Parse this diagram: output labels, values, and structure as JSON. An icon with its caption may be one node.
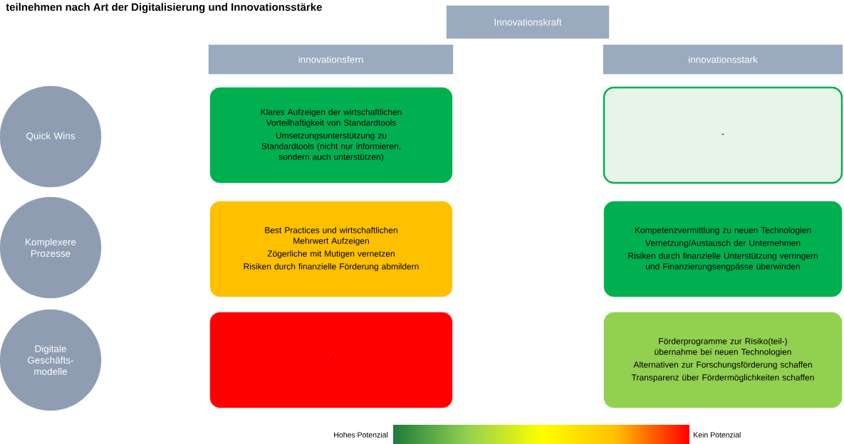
{
  "diagram": {
    "title": "teilnehmen nach Art der Digitalisierung und Innovationsstärke",
    "nodes": [
      {
        "text": [
          "Innovationskraft"
        ]
      },
      {
        "text": [
          "innovationsfern"
        ]
      },
      {
        "text": [
          "innovationsstark"
        ]
      },
      {
        "text": [
          "Quick Wins"
        ]
      },
      {
        "text": [
          "Klares Aufzeigen der wirtschaftlichen Vorteilhaftigkeit von Standardtools",
          "Umsetzungsunterstützung zu Standardtools (nicht nur informieren, sondern auch unterstützen)"
        ]
      },
      {
        "text": [
          "-"
        ]
      },
      {
        "text": [
          "Komplexere Prozesse"
        ]
      },
      {
        "text": [
          "Best Practices und wirtschaftlichen Mehrwert Aufzeigen",
          "Zögerliche mit Mutigen vernetzen",
          "Risiken durch finanzielle Förderung abmildern"
        ]
      },
      {
        "text": [
          "Kompetenzvermittlung zu neuen Technologien",
          "Vernetzung/Austausch der Unternehmen",
          "Risiken durch finanzielle Unterstützung verringern und Finanzierungsengpässe überwinden"
        ]
      },
      {
        "text": [
          "Digitale Geschäfts-modelle"
        ]
      },
      {
        "text": [
          "-"
        ]
      },
      {
        "text": [
          "Förderprogramme zur Risiko(teil-) übernahme bei neuen Technologien",
          "Alternativen zur Forschungsförderung schaffen",
          "Transparenz über Fördermöglichkeiten schaffen"
        ]
      }
    ],
    "labels": [
      "Hohes Potenzial",
      "Kein Potenzial"
    ]
  }
}
